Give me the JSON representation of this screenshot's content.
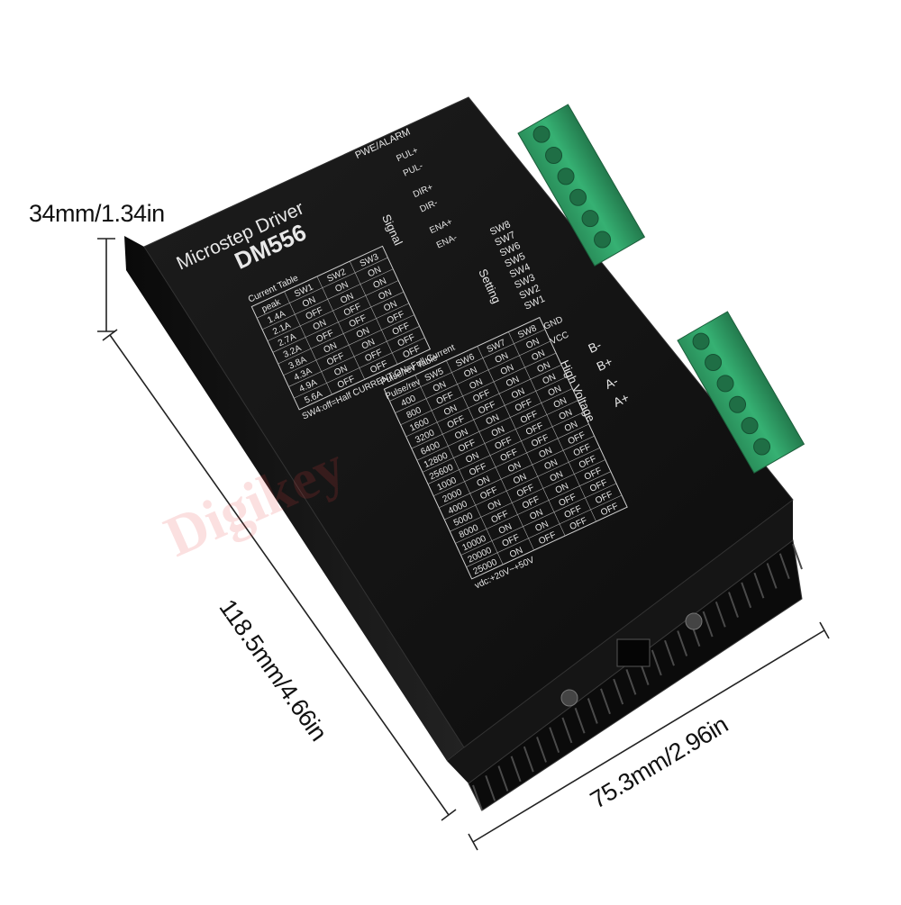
{
  "dimensions": {
    "height": "34mm/1.34in",
    "length": "118.5mm/4.66in",
    "width": "75.3mm/2.96in"
  },
  "watermark": "Digikey",
  "device": {
    "title_line1": "Microstep Driver",
    "model": "DM556",
    "pwe_alarm": "PWE/ALARM",
    "signal_label": "Signal",
    "setting_label": "Setting",
    "high_voltage_label": "High Voltage",
    "signal_pins": [
      "PUL+",
      "PUL-",
      "DIR+",
      "DIR-",
      "ENA+",
      "ENA-"
    ],
    "switches": [
      "SW8",
      "SW7",
      "SW6",
      "SW5",
      "SW4",
      "SW3",
      "SW2",
      "SW1"
    ],
    "power_pins": [
      "GND",
      "VCC"
    ],
    "motor_pins": [
      "B-",
      "B+",
      "A-",
      "A+"
    ],
    "current_table": {
      "caption": "Current Table",
      "headers": [
        "peak",
        "SW1",
        "SW2",
        "SW3"
      ],
      "rows": [
        [
          "1.4A",
          "ON",
          "ON",
          "ON"
        ],
        [
          "2.1A",
          "OFF",
          "ON",
          "ON"
        ],
        [
          "2.7A",
          "ON",
          "OFF",
          "ON"
        ],
        [
          "3.2A",
          "OFF",
          "OFF",
          "ON"
        ],
        [
          "3.8A",
          "ON",
          "ON",
          "OFF"
        ],
        [
          "4.3A",
          "OFF",
          "ON",
          "OFF"
        ],
        [
          "4.9A",
          "ON",
          "OFF",
          "OFF"
        ],
        [
          "5.6A",
          "OFF",
          "OFF",
          "OFF"
        ]
      ],
      "note": "SW4:off=Half CURRENT;ON=Full Current"
    },
    "pulse_table": {
      "caption": "Pulse/rev Table",
      "headers": [
        "Pulse/rev",
        "SW5",
        "SW6",
        "SW7",
        "SW8"
      ],
      "rows": [
        [
          "400",
          "ON",
          "ON",
          "ON",
          "ON"
        ],
        [
          "800",
          "OFF",
          "ON",
          "ON",
          "ON"
        ],
        [
          "1600",
          "ON",
          "OFF",
          "ON",
          "ON"
        ],
        [
          "3200",
          "OFF",
          "OFF",
          "ON",
          "ON"
        ],
        [
          "6400",
          "ON",
          "ON",
          "OFF",
          "ON"
        ],
        [
          "12800",
          "OFF",
          "ON",
          "OFF",
          "ON"
        ],
        [
          "25600",
          "ON",
          "OFF",
          "OFF",
          "ON"
        ],
        [
          "1000",
          "OFF",
          "OFF",
          "OFF",
          "ON"
        ],
        [
          "2000",
          "ON",
          "ON",
          "ON",
          "OFF"
        ],
        [
          "4000",
          "OFF",
          "ON",
          "ON",
          "OFF"
        ],
        [
          "5000",
          "ON",
          "OFF",
          "ON",
          "OFF"
        ],
        [
          "8000",
          "OFF",
          "OFF",
          "ON",
          "OFF"
        ],
        [
          "10000",
          "ON",
          "ON",
          "OFF",
          "OFF"
        ],
        [
          "20000",
          "OFF",
          "ON",
          "OFF",
          "OFF"
        ],
        [
          "25000",
          "ON",
          "OFF",
          "OFF",
          "OFF"
        ]
      ],
      "note": "vdc:+20V~+50V"
    }
  },
  "colors": {
    "body": "#141414",
    "terminal_green": "#2fa66a",
    "text": "#e8e8e8"
  }
}
